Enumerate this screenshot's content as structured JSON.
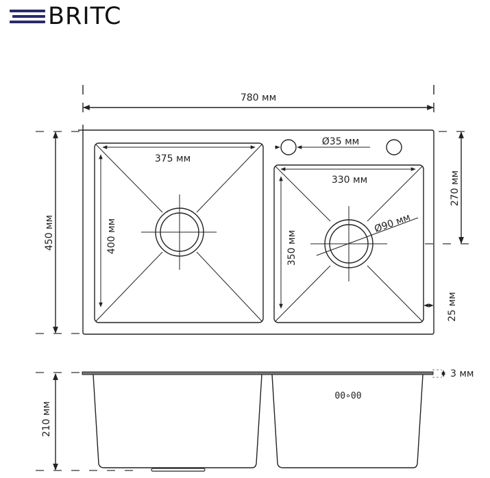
{
  "brand": {
    "name": "BRITC",
    "bar_color": "#2b2a6b"
  },
  "top_view": {
    "overall_width": "780 мм",
    "overall_depth": "450 мм",
    "left_bowl": {
      "width": "375 мм",
      "depth": "400 мм"
    },
    "right_bowl": {
      "width": "330 мм",
      "depth": "350 мм",
      "drain_diameter": "Ø90 мм"
    },
    "tap_hole_diameter": "Ø35 мм",
    "drain_offset": "270 мм",
    "rim_width": "25 мм"
  },
  "side_view": {
    "bowl_height": "210 мм",
    "deck_thickness": "3 мм",
    "overflow_label": "00∘00"
  }
}
